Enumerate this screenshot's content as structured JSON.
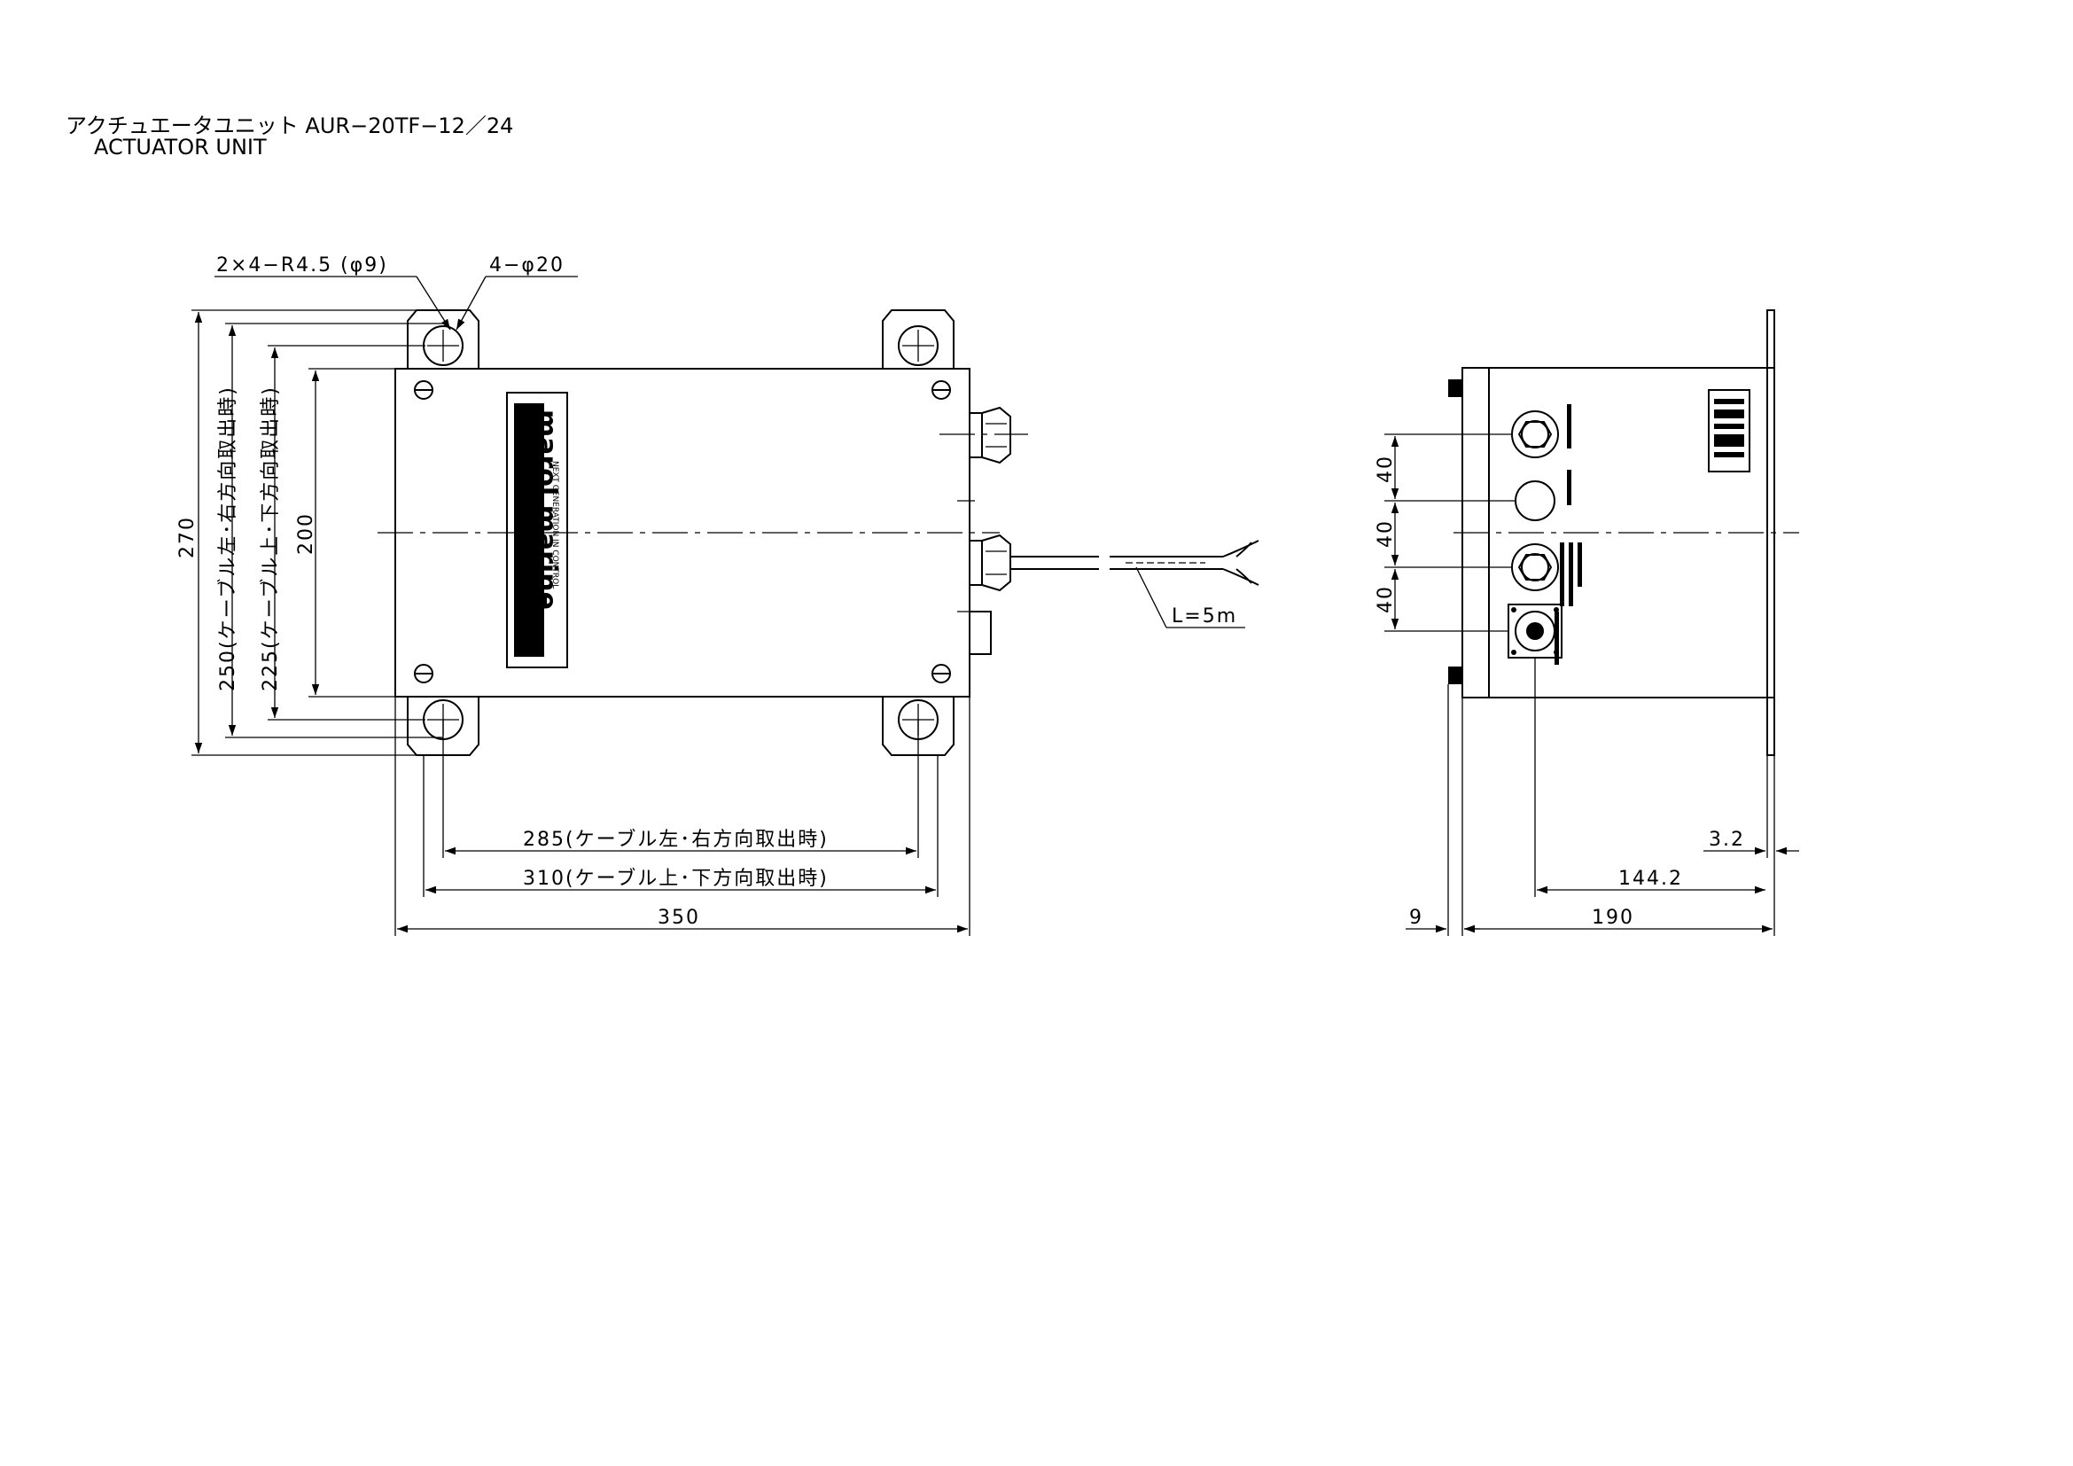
{
  "title": {
    "ja": "アクチュエータユニット AUR−20TF−12／24",
    "en": "ACTUATOR UNIT"
  },
  "front_view": {
    "callout_slot": "2×4−R4.5 (φ9)",
    "callout_hole": "4−φ20",
    "dim_270": "270",
    "dim_250": "250(ケーブル左･右方向取出時)",
    "dim_225": "225(ケーブル上･下方向取出時)",
    "dim_200": "200",
    "dim_285": "285(ケーブル左･右方向取出時)",
    "dim_310": "310(ケーブル上･下方向取出時)",
    "dim_350": "350",
    "cable_length": "L=5m",
    "logo_text": "marol marine",
    "logo_tagline": "NEXT GENERATION IN CONTROL"
  },
  "side_view": {
    "dim_40_a": "40",
    "dim_40_b": "40",
    "dim_40_c": "40",
    "dim_3_2": "3.2",
    "dim_144_2": "144.2",
    "dim_9": "9",
    "dim_190": "190"
  }
}
